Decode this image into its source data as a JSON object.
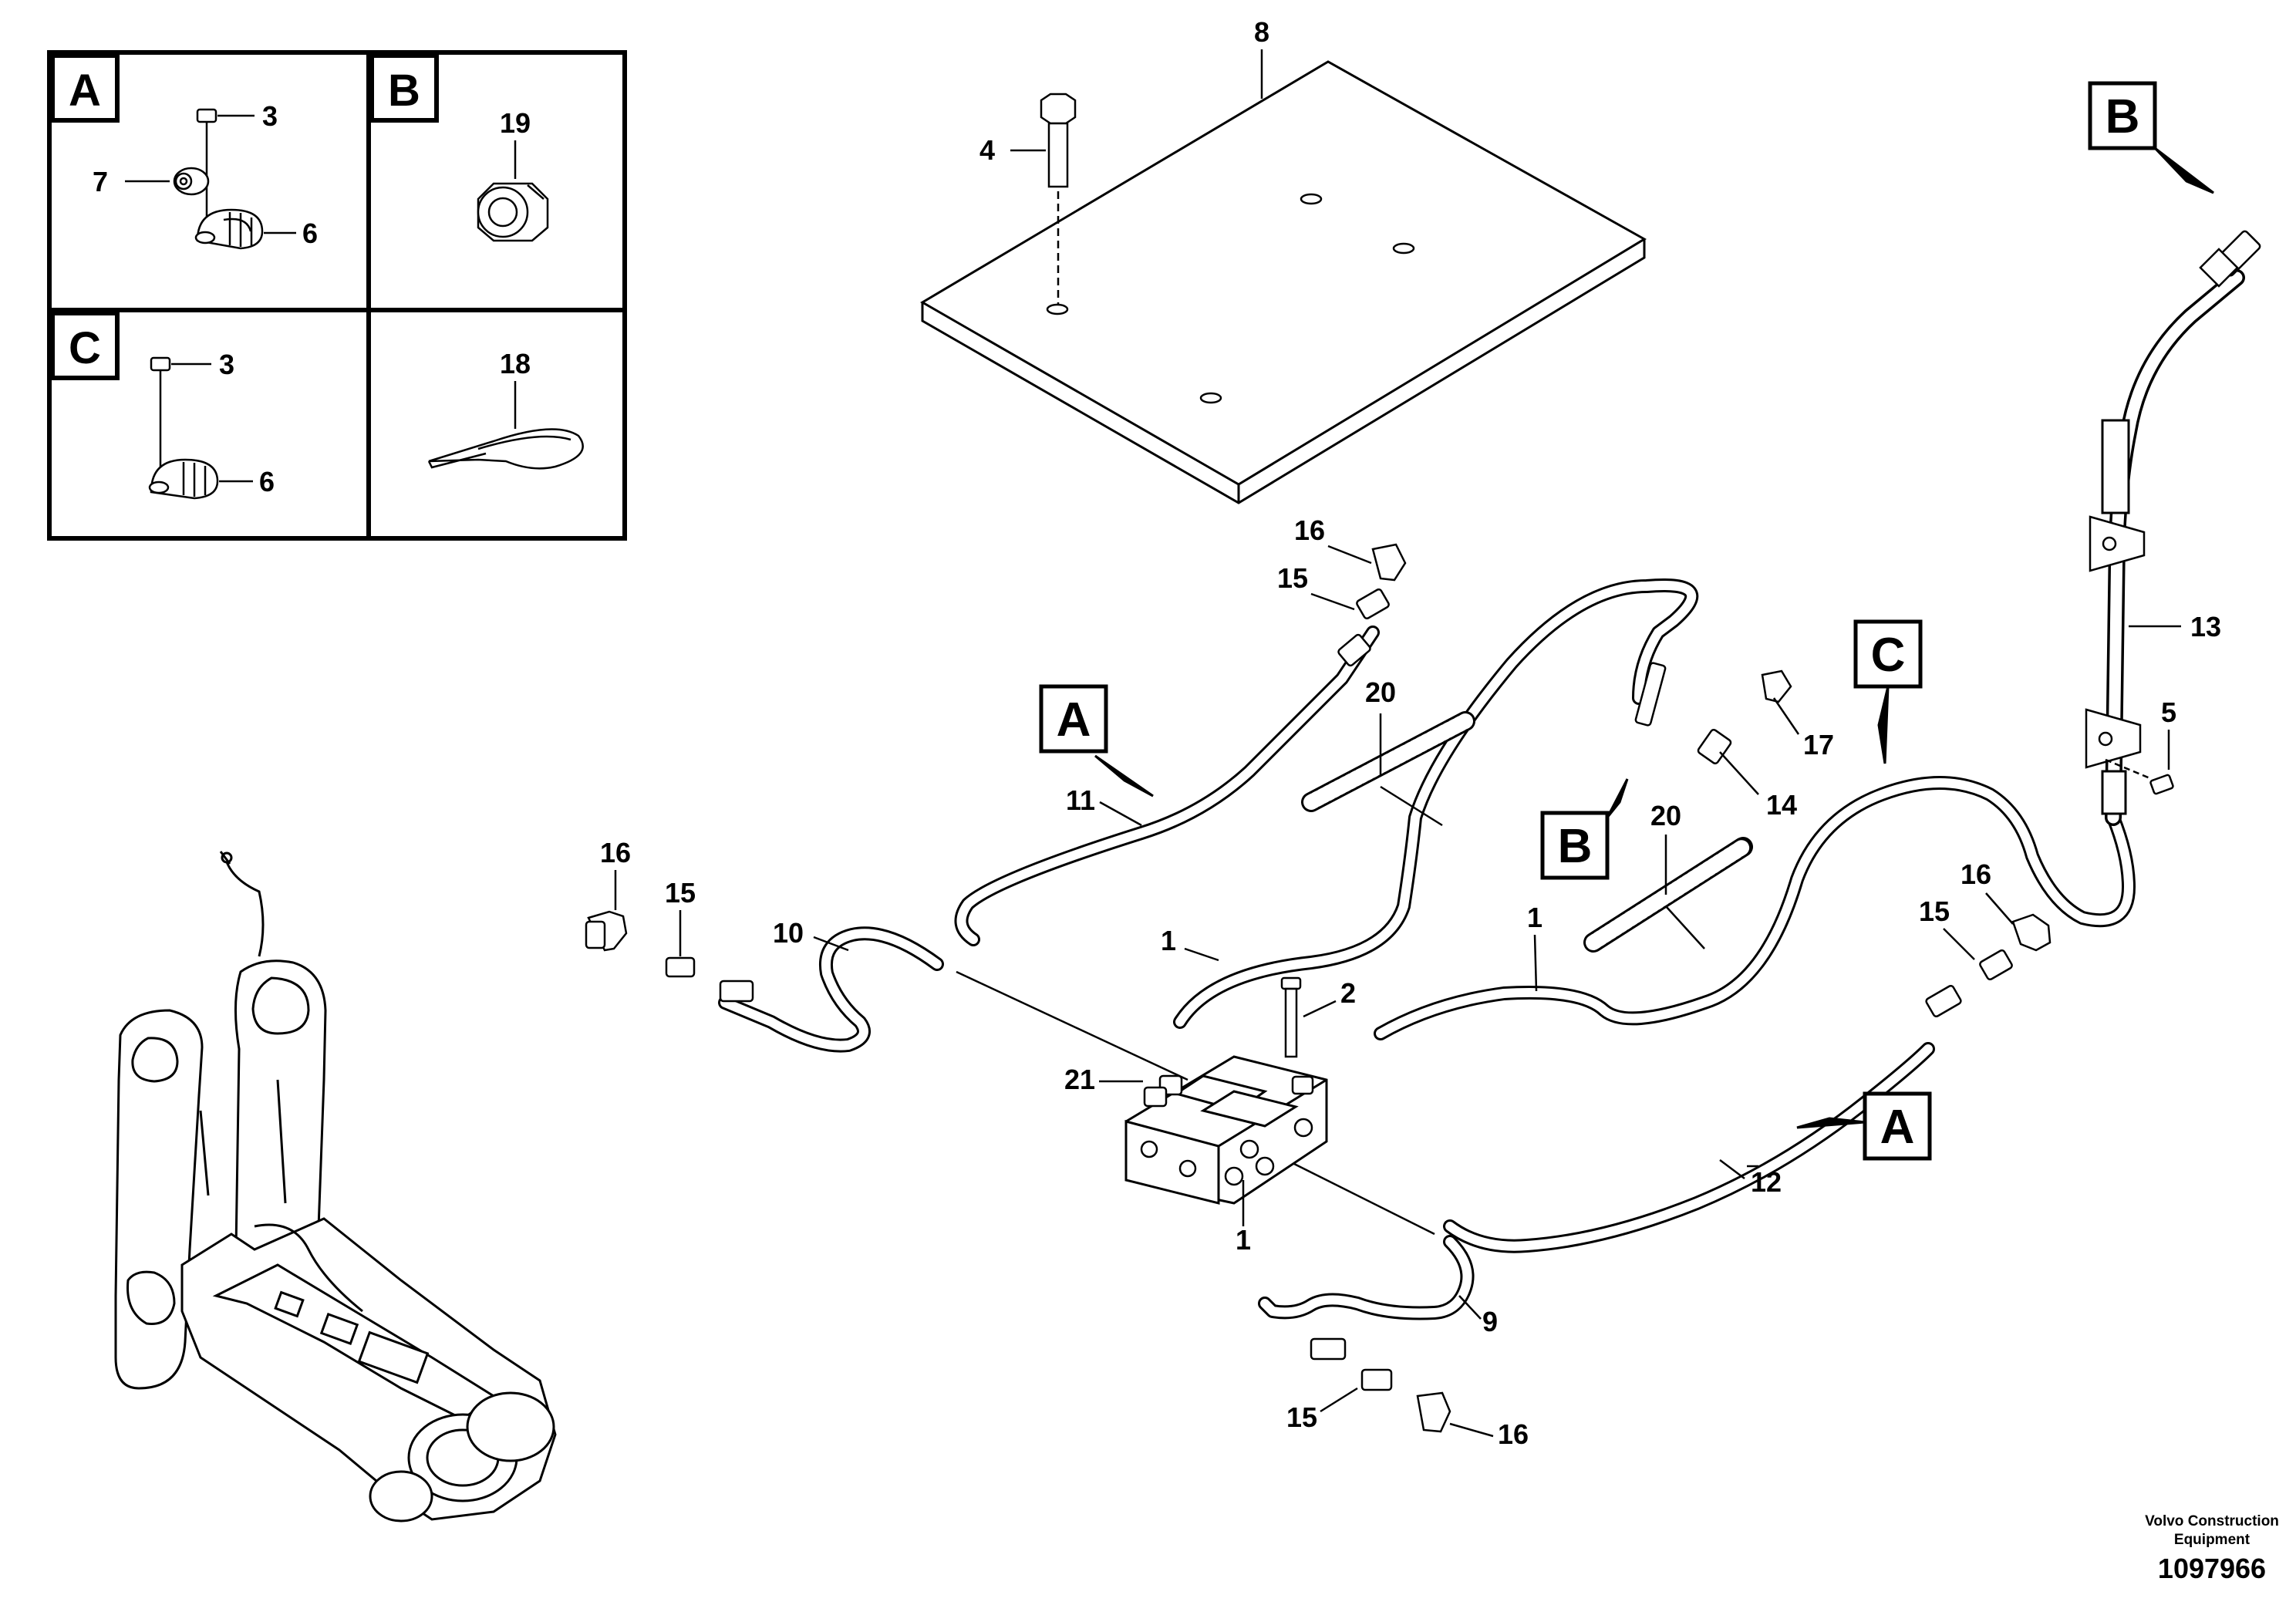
{
  "legend": {
    "A": {
      "letter": "A",
      "items": [
        "3",
        "7",
        "6"
      ]
    },
    "B": {
      "letter": "B",
      "items": [
        "19"
      ]
    },
    "C": {
      "letter": "C",
      "items": [
        "3",
        "6"
      ]
    },
    "D": {
      "items": [
        "18"
      ]
    }
  },
  "markers": {
    "a1": "A",
    "a2": "A",
    "b1": "B",
    "b2": "B",
    "c1": "C"
  },
  "labels": {
    "l1a": "1",
    "l1b": "1",
    "l1c": "1",
    "l2": "2",
    "l4": "4",
    "l5": "5",
    "l8": "8",
    "l9": "9",
    "l10": "10",
    "l11": "11",
    "l12": "12",
    "l13": "13",
    "l14": "14",
    "l15a": "15",
    "l15b": "15",
    "l15c": "15",
    "l15d": "15",
    "l16a": "16",
    "l16b": "16",
    "l16c": "16",
    "l16d": "16",
    "l17": "17",
    "l20a": "20",
    "l20b": "20",
    "l21": "21"
  },
  "footer": {
    "company_line1": "Volvo Construction",
    "company_line2": "Equipment",
    "drawing_number": "1097966"
  }
}
